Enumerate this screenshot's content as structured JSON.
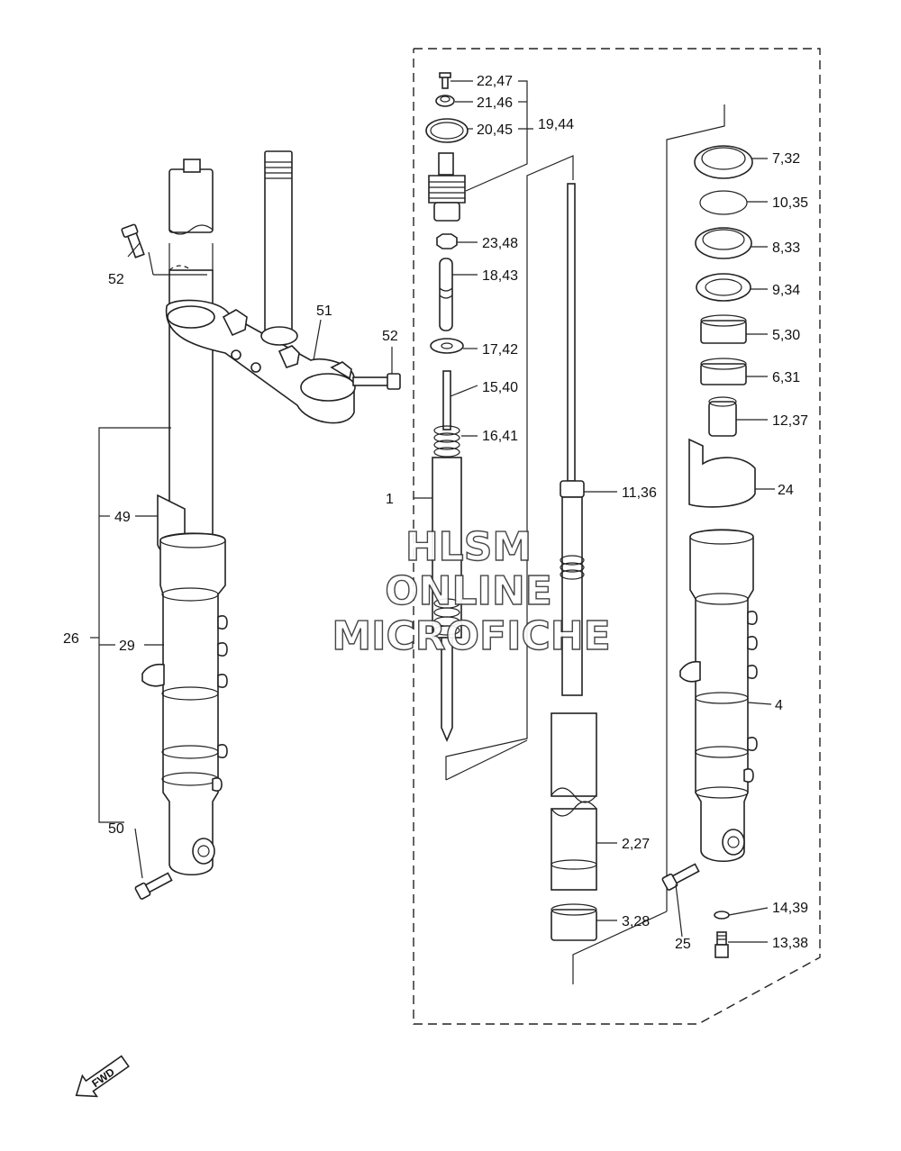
{
  "callouts": [
    {
      "id": "c22",
      "text": "22,47"
    },
    {
      "id": "c21",
      "text": "21,46"
    },
    {
      "id": "c20",
      "text": "20,45"
    },
    {
      "id": "c19",
      "text": "19,44"
    },
    {
      "id": "c23",
      "text": "23,48"
    },
    {
      "id": "c18",
      "text": "18,43"
    },
    {
      "id": "c17",
      "text": "17,42"
    },
    {
      "id": "c15",
      "text": "15,40"
    },
    {
      "id": "c16",
      "text": "16,41"
    },
    {
      "id": "c1",
      "text": "1"
    },
    {
      "id": "c11",
      "text": "11,36"
    },
    {
      "id": "c2",
      "text": "2,27"
    },
    {
      "id": "c3",
      "text": "3,28"
    },
    {
      "id": "c7",
      "text": "7,32"
    },
    {
      "id": "c10",
      "text": "10,35"
    },
    {
      "id": "c8",
      "text": "8,33"
    },
    {
      "id": "c9",
      "text": "9,34"
    },
    {
      "id": "c5",
      "text": "5,30"
    },
    {
      "id": "c6",
      "text": "6,31"
    },
    {
      "id": "c12",
      "text": "12,37"
    },
    {
      "id": "c24",
      "text": "24"
    },
    {
      "id": "c4",
      "text": "4"
    },
    {
      "id": "c14",
      "text": "14,39"
    },
    {
      "id": "c13",
      "text": "13,38"
    },
    {
      "id": "c25",
      "text": "25"
    },
    {
      "id": "c52a",
      "text": "52"
    },
    {
      "id": "c51",
      "text": "51"
    },
    {
      "id": "c52b",
      "text": "52"
    },
    {
      "id": "c49",
      "text": "49"
    },
    {
      "id": "c26",
      "text": "26"
    },
    {
      "id": "c29",
      "text": "29"
    },
    {
      "id": "c50",
      "text": "50"
    }
  ],
  "watermark": [
    "HLSM",
    "ONLINE",
    "MICROFICHE"
  ],
  "fwd_arrow": "FWD"
}
